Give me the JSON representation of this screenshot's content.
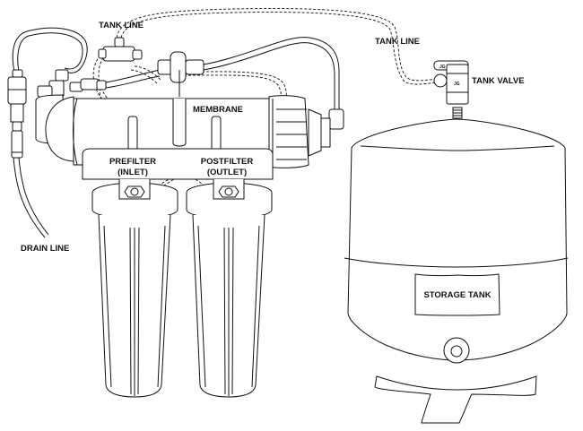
{
  "diagram": {
    "title": "Reverse Osmosis System Components",
    "colors": {
      "line": "#111111",
      "background": "#ffffff"
    },
    "labels": {
      "tank_line_left": "TANK LINE",
      "tank_line_right": "TANK LINE",
      "tank_valve": "TANK VALVE",
      "membrane": "MEMBRANE",
      "prefilter": "PREFILTER",
      "prefilter_sub": "(INLET)",
      "postfilter": "POSTFILTER",
      "postfilter_sub": "(OUTLET)",
      "drain_line": "DRAIN LINE",
      "storage_tank": "STORAGE TANK",
      "valve_logo": "JG"
    }
  }
}
